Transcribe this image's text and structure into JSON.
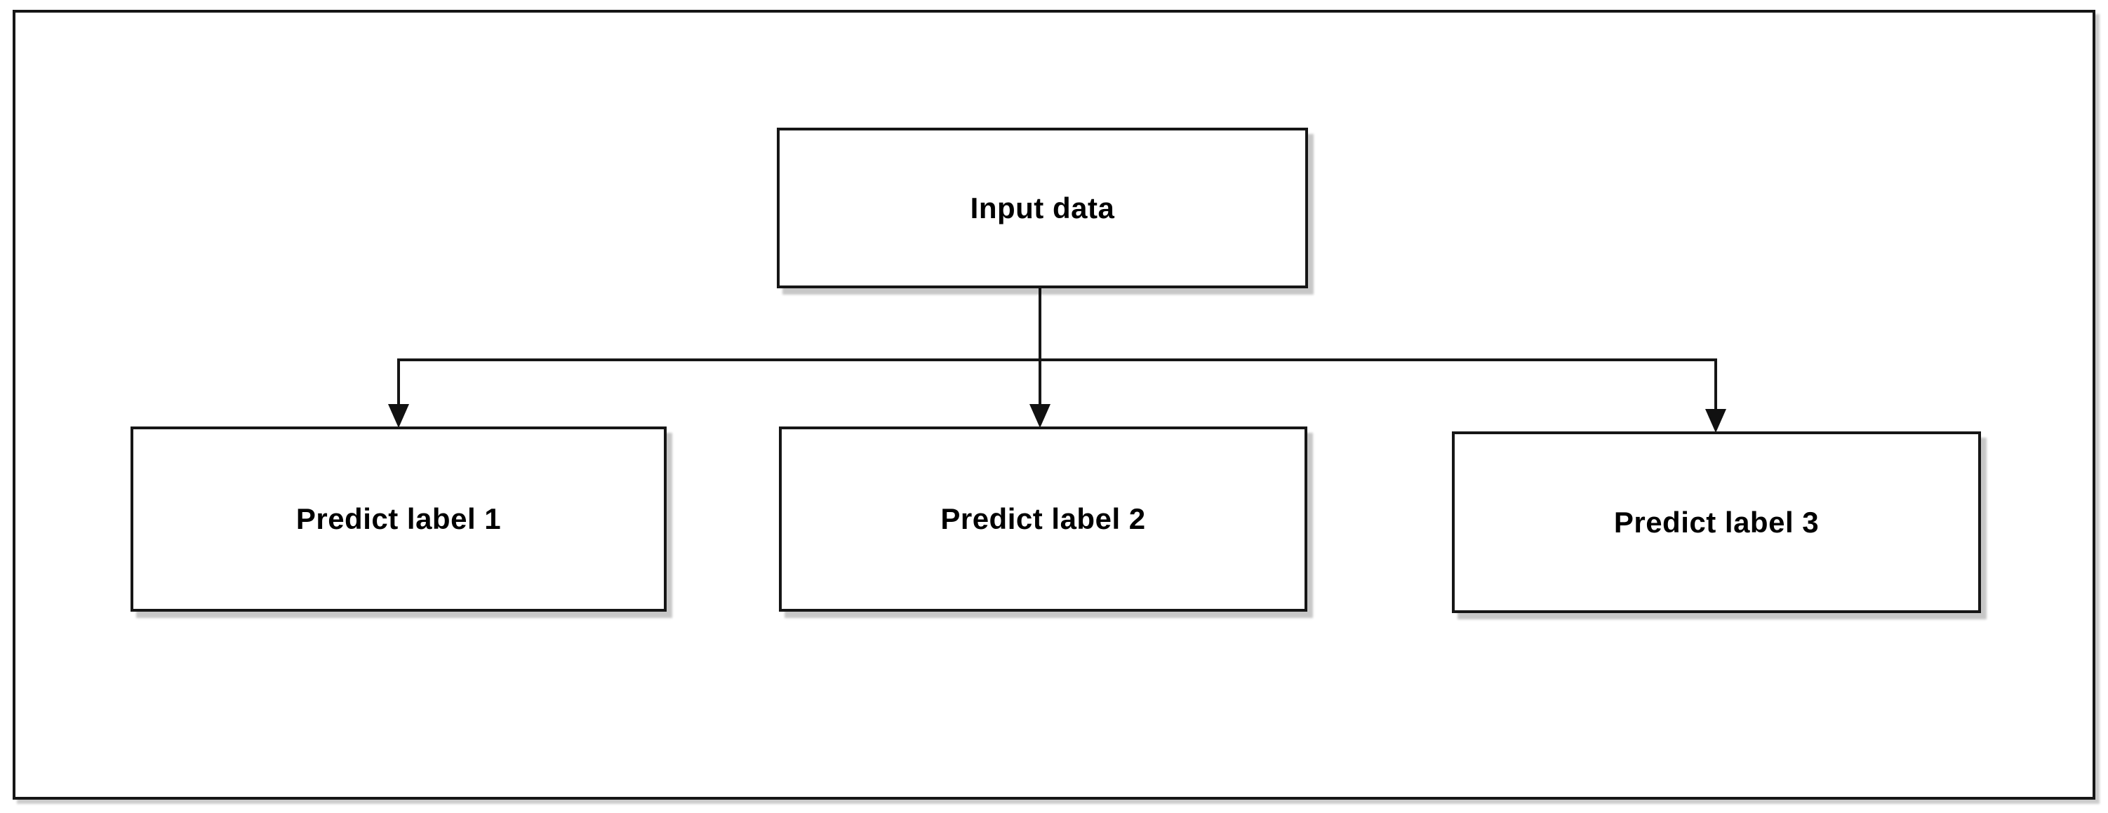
{
  "diagram": {
    "type": "flowchart",
    "background_color": "#ffffff",
    "stroke_color": "#161616",
    "text_color": "#000000",
    "root_node": {
      "label": "Input data"
    },
    "child_nodes": [
      {
        "label": "Predict label 1"
      },
      {
        "label": "Predict label 2"
      },
      {
        "label": "Predict label 3"
      }
    ],
    "connections": [
      {
        "from": "Input data",
        "to": "Predict label 1"
      },
      {
        "from": "Input data",
        "to": "Predict label 2"
      },
      {
        "from": "Input data",
        "to": "Predict label 3"
      }
    ]
  }
}
